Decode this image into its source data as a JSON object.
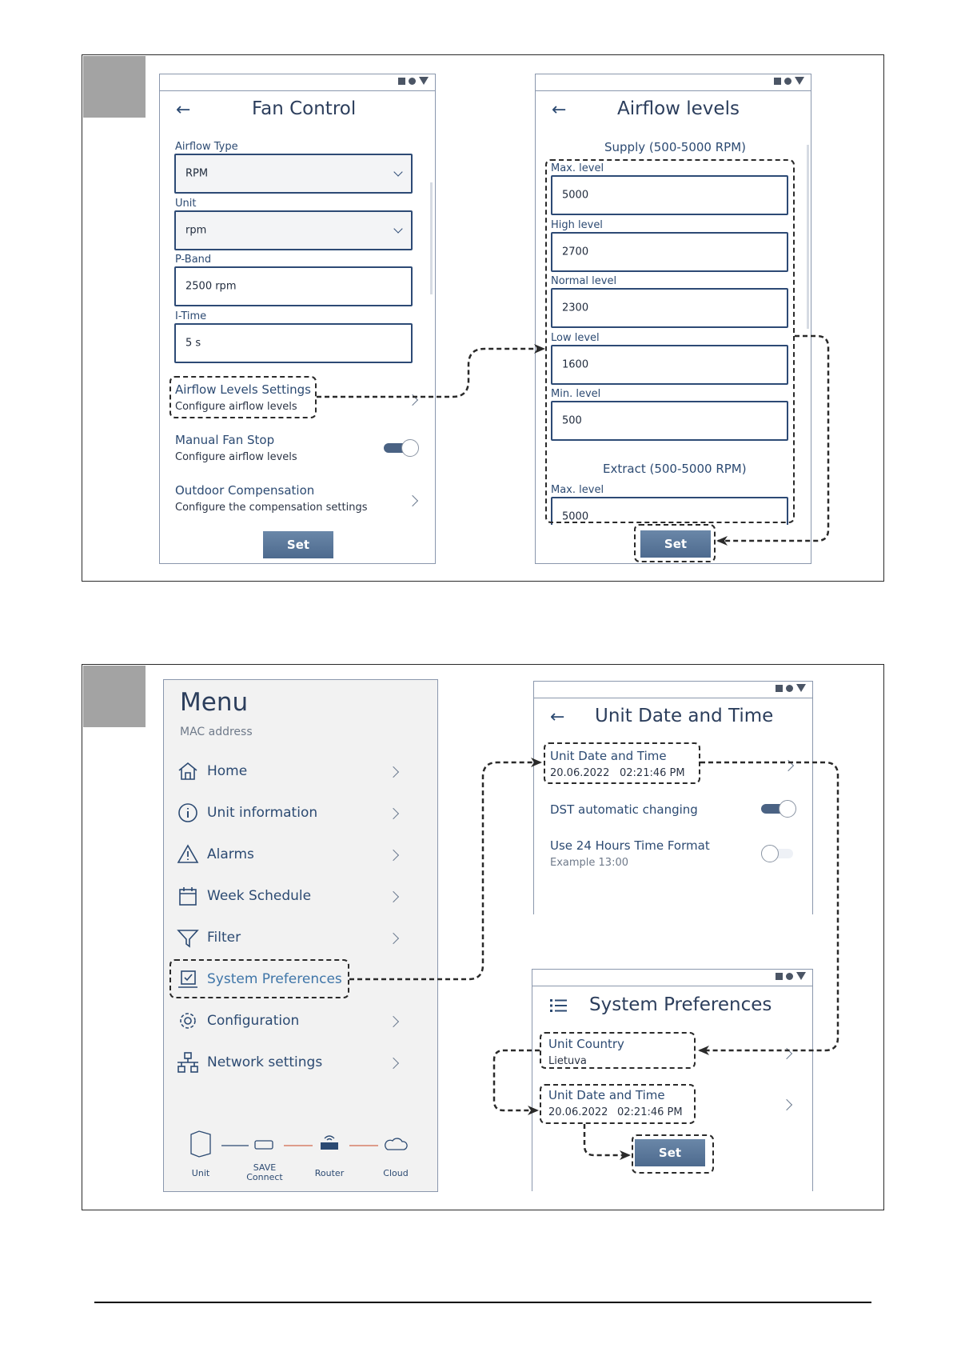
{
  "fan_control": {
    "title": "Fan Control",
    "airflow_type": {
      "label": "Airflow Type",
      "value": "RPM"
    },
    "unit": {
      "label": "Unit",
      "value": "rpm"
    },
    "p_band": {
      "label": "P-Band",
      "value": "2500 rpm"
    },
    "i_time": {
      "label": "I-Time",
      "value": "5 s"
    },
    "rows": [
      {
        "title": "Airflow Levels Settings",
        "subtitle": "Configure airflow levels"
      },
      {
        "title": "Manual Fan Stop",
        "subtitle": "Configure airflow levels"
      },
      {
        "title": "Outdoor Compensation",
        "subtitle": "Configure the compensation settings"
      }
    ],
    "set_label": "Set"
  },
  "airflow_levels": {
    "title": "Airflow levels",
    "supply_header": "Supply (500-5000 RPM)",
    "supply_fields": [
      {
        "label": "Max. level",
        "value": "5000"
      },
      {
        "label": "High level",
        "value": "2700"
      },
      {
        "label": "Normal level",
        "value": "2300"
      },
      {
        "label": "Low level",
        "value": "1600"
      },
      {
        "label": "Min. level",
        "value": "500"
      }
    ],
    "extract_header": "Extract (500-5000 RPM)",
    "extract_fields": [
      {
        "label": "Max. level",
        "value": "5000"
      }
    ],
    "set_label": "Set"
  },
  "menu": {
    "title": "Menu",
    "mac_label": "MAC address",
    "items": [
      {
        "label": "Home",
        "icon": "home-icon"
      },
      {
        "label": "Unit information",
        "icon": "info-icon"
      },
      {
        "label": "Alarms",
        "icon": "alarm-icon"
      },
      {
        "label": "Week Schedule",
        "icon": "calendar-icon"
      },
      {
        "label": "Filter",
        "icon": "filter-icon"
      },
      {
        "label": "System Preferences",
        "icon": "preferences-icon"
      },
      {
        "label": "Configuration",
        "icon": "gear-icon"
      },
      {
        "label": "Network settings",
        "icon": "network-icon"
      }
    ],
    "connection": [
      {
        "label": "Unit"
      },
      {
        "label": "SAVE Connect"
      },
      {
        "label": "Router"
      },
      {
        "label": "Cloud"
      }
    ]
  },
  "unit_date_time": {
    "title": "Unit Date and Time",
    "row_title": "Unit Date and Time",
    "date": "20.06.2022",
    "time": "02:21:46 PM",
    "dst_label": "DST automatic changing",
    "h24_label": "Use 24 Hours Time Format",
    "h24_example": "Example 13:00"
  },
  "system_preferences": {
    "title": "System Preferences",
    "country_label": "Unit Country",
    "country_value": "Lietuva",
    "datetime_label": "Unit Date and Time",
    "date": "20.06.2022",
    "time": "02:21:46 PM",
    "set_label": "Set"
  },
  "colors": {
    "accent": "#2c4a72",
    "button": "#5a7699",
    "border": "#8a97ad"
  }
}
